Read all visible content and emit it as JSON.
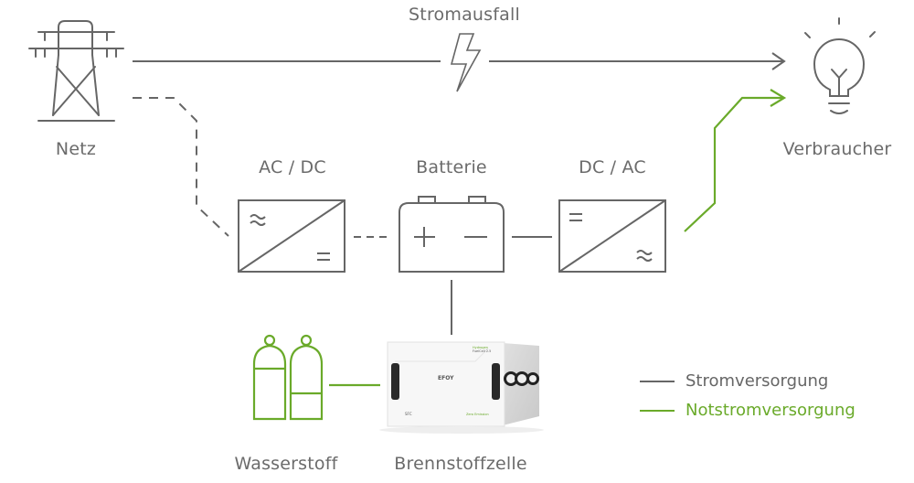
{
  "colors": {
    "grey": "#666666",
    "green": "#6aaa2a",
    "label": "#6b6b6b"
  },
  "labels": {
    "outage": "Stromausfall",
    "grid": "Netz",
    "consumer": "Verbraucher",
    "rectifier": "AC / DC",
    "battery": "Batterie",
    "inverter": "DC / AC",
    "hydrogen": "Wasserstoff",
    "fuel_cell": "Brennstoffzelle"
  },
  "fuel_cell_device": {
    "brand": "EFOY",
    "model_line1": "Hydrogen",
    "model_line2": "FuelCell 2.5",
    "badge": "Zero Emission",
    "maker": "SFC"
  },
  "legend": [
    {
      "label": "Stromversorgung",
      "color": "#666666"
    },
    {
      "label": "Notstromversorgung",
      "color": "#6aaa2a"
    }
  ]
}
